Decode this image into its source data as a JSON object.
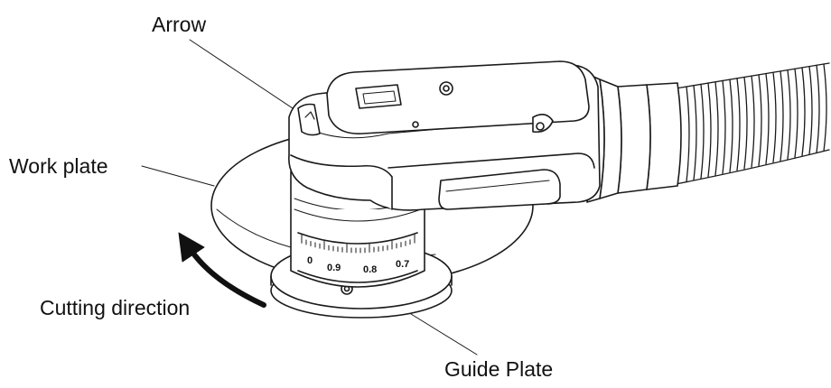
{
  "labels": {
    "arrow": "Arrow",
    "work_plate": "Work plate",
    "cutting_direction": "Cutting direction",
    "guide_plate": "Guide Plate"
  },
  "dial_scale": {
    "marks": [
      "0",
      "0.9",
      "0.8",
      "0.7"
    ]
  },
  "colors": {
    "line": "#1a1a1a",
    "fill": "#ffffff"
  },
  "icons": {
    "direction": "curved-arrow-icon"
  }
}
